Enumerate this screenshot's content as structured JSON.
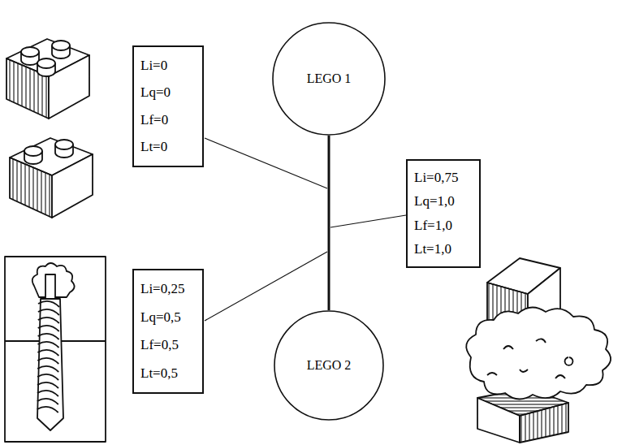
{
  "diagram": {
    "nodes": [
      {
        "text": [
          "LEGO 1"
        ]
      },
      {
        "text": [
          "Li=0",
          "Lq=0",
          "Lf=0",
          "Lt=0"
        ]
      },
      {
        "text": [
          "Li=0,75",
          "Lq=1,0",
          "Lf=1,0",
          "Lt=1,0"
        ]
      },
      {
        "text": [
          "Li=0,25",
          "Lq=0,5",
          "Lf=0,5",
          "Lt=0,5"
        ]
      },
      {
        "text": [
          "LEGO 2"
        ]
      }
    ],
    "edges": [
      {
        "from": 0,
        "to": 4,
        "arrow": "none"
      }
    ]
  }
}
